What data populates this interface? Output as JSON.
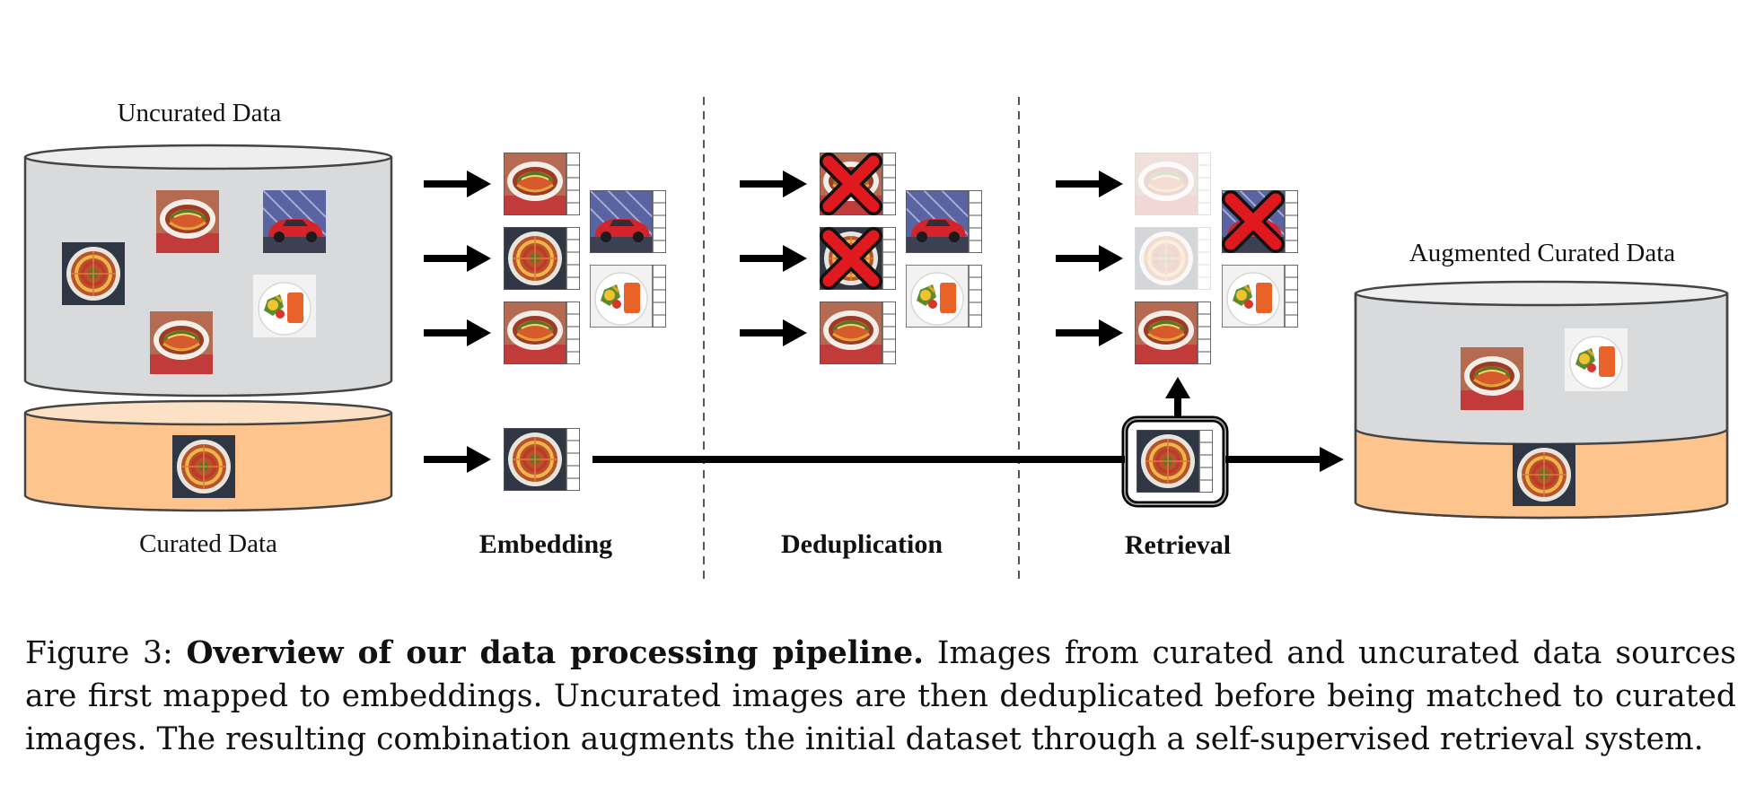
{
  "labels": {
    "uncurated": "Uncurated Data",
    "curated": "Curated Data",
    "augmented": "Augmented Curated Data",
    "stage_embedding": "Embedding",
    "stage_deduplication": "Deduplication",
    "stage_retrieval": "Retrieval"
  },
  "caption": {
    "prefix": "Figure 3:",
    "title": "Overview of our data processing pipeline.",
    "body": "Images from curated and uncurated data sources are first mapped to embeddings. Uncurated images are then deduplicated before being matched to curated images. The resulting combination augments the initial dataset through a self-supervised retrieval system."
  },
  "colors": {
    "uncurated_db": "#d9dadc",
    "curated_db": "#fdc48e",
    "rejected_mark": "#e0191e",
    "arrow": "#000000"
  },
  "icons": {
    "dish_ratatouille": "ratatouille-photo",
    "dish_round": "round-tian-photo",
    "car": "red-car-photo",
    "plate": "food-plate-photo",
    "reject": "red-x-icon"
  }
}
